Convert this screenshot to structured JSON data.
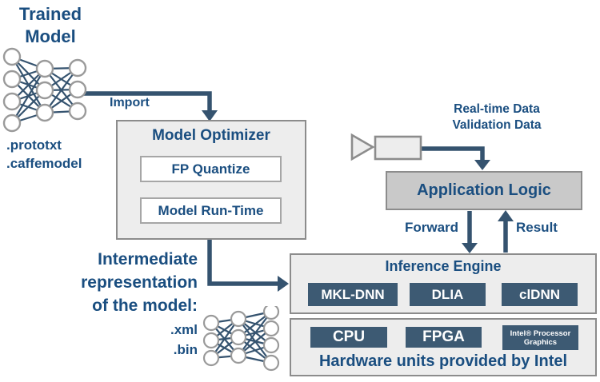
{
  "colors": {
    "heading_blue": "#1A4E80",
    "arrow_slate": "#35536F",
    "chip_navy": "#3D5A73",
    "panel_light": "#EDEDED",
    "panel_mid": "#C9C9C9",
    "border_gray": "#8C8C8C"
  },
  "trained_model": {
    "title_lines": [
      "Trained",
      "Model"
    ],
    "file_formats": [
      ".prototxt",
      ".caffemodel"
    ]
  },
  "labels": {
    "import": "Import",
    "forward": "Forward",
    "result": "Result"
  },
  "model_optimizer": {
    "title": "Model Optimizer",
    "steps": [
      "FP Quantize",
      "Model Run-Time"
    ]
  },
  "intermediate_representation": {
    "caption_lines": [
      "Intermediate",
      "representation",
      "of the model:"
    ],
    "file_formats": [
      ".xml",
      ".bin"
    ]
  },
  "data_inputs": {
    "lines": [
      "Real-time Data",
      "Validation Data"
    ]
  },
  "application_logic": {
    "title": "Application Logic"
  },
  "inference_engine": {
    "title": "Inference Engine",
    "plugins": [
      "MKL-DNN",
      "DLIA",
      "clDNN"
    ]
  },
  "hardware": {
    "units": [
      "CPU",
      "FPGA"
    ],
    "intel_graphics_lines": [
      "Intel® Processor",
      "Graphics"
    ],
    "caption": "Hardware units provided by Intel"
  }
}
